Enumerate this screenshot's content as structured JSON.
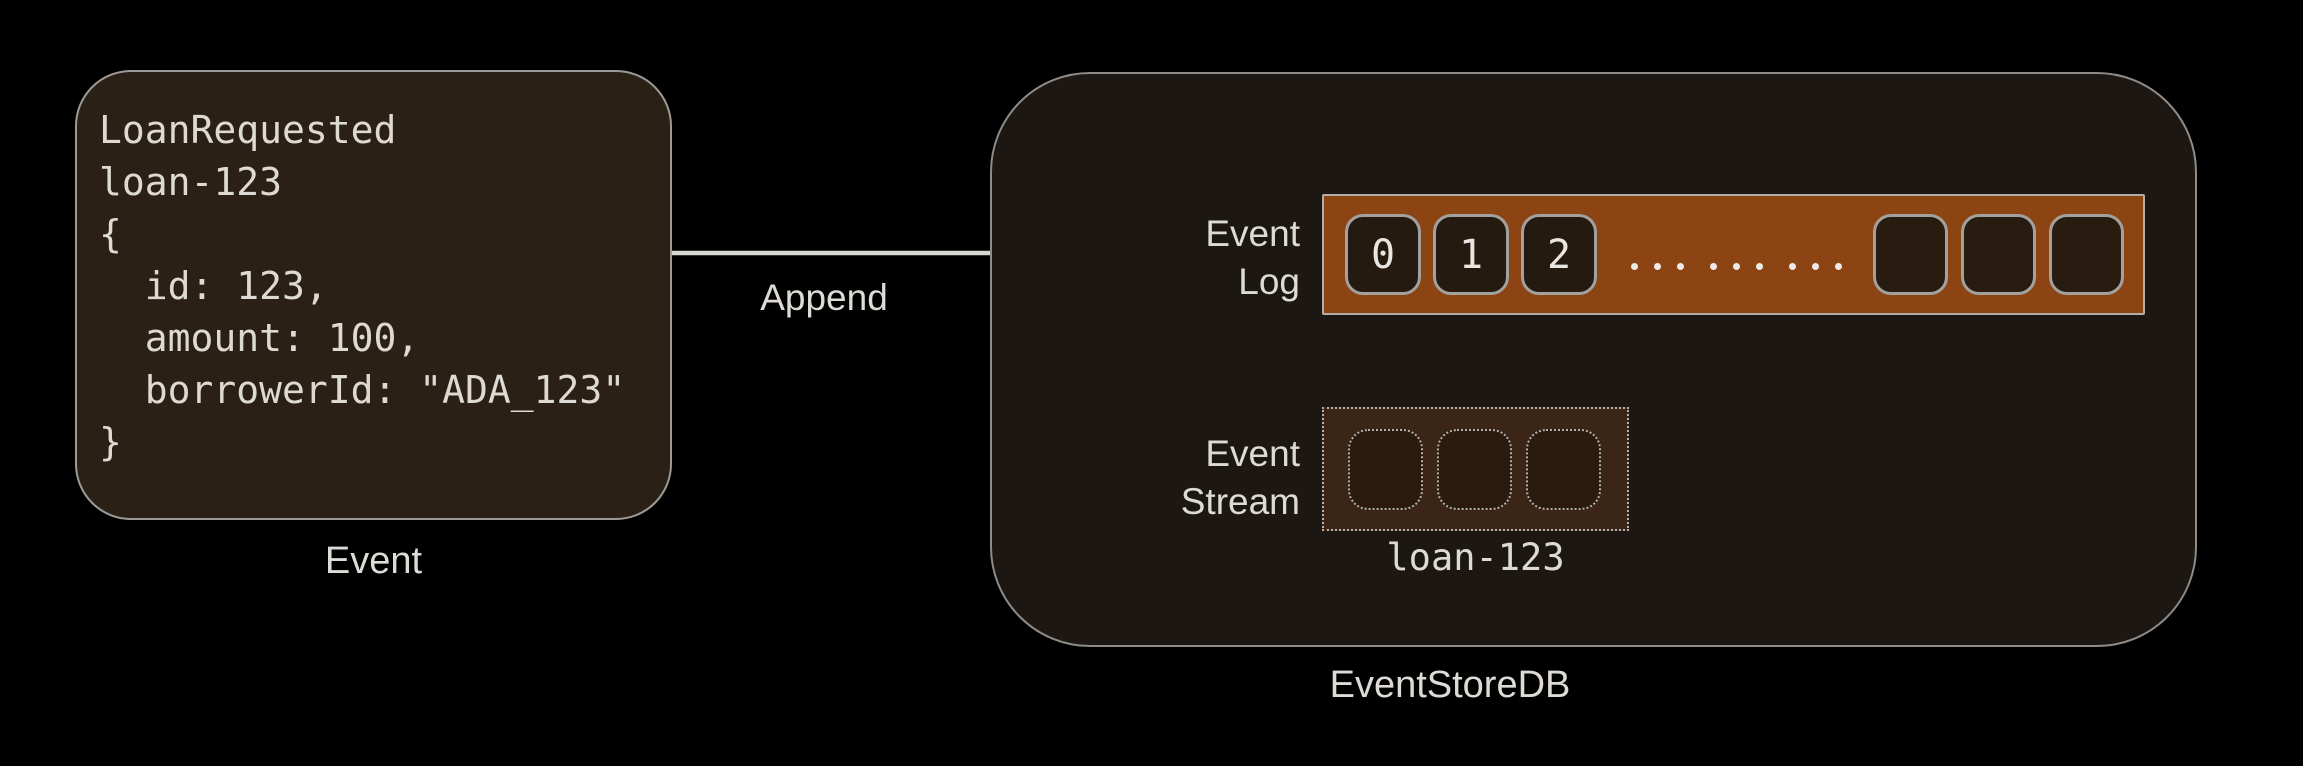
{
  "event_card": {
    "code": "LoanRequested\nloan-123\n{\n  id: 123,\n  amount: 100,\n  borrowerId: \"ADA_123\"\n}",
    "caption": "Event"
  },
  "append_arrow": {
    "label": "Append"
  },
  "event_store": {
    "caption": "EventStoreDB",
    "event_log": {
      "label_lines": [
        "Event",
        "Log"
      ],
      "numbered_cells": [
        "0",
        "1",
        "2"
      ],
      "empty_cell_count": 3,
      "ellipsis": {
        "groups": 3,
        "dots_per_group": 3
      }
    },
    "event_stream": {
      "label_lines": [
        "Event",
        "Stream"
      ],
      "placeholder_cell_count": 3,
      "stream_name": "loan-123"
    }
  },
  "colors": {
    "background": "#000000",
    "card_fill": "#2b2015",
    "card_border": "#9d9a96",
    "panel_fill": "#1c1712",
    "panel_border": "#8e8b88",
    "log_bar_fill": "#8c4413",
    "log_bar_border": "#b1aeab",
    "cell_fill": "#251a10",
    "empty_cell_fill": "#281b10",
    "cell_border": "#a3a19e",
    "stream_fill": "#3a2516",
    "stream_cell_fill": "#2b1b0f",
    "stream_border": "#b4b1ad",
    "code_text": "#ddd9d3",
    "label_text": "#dedbd6",
    "number_text": "#e9e6e2",
    "dot_color": "#eeece9",
    "arrow": "#d8d6d3"
  }
}
